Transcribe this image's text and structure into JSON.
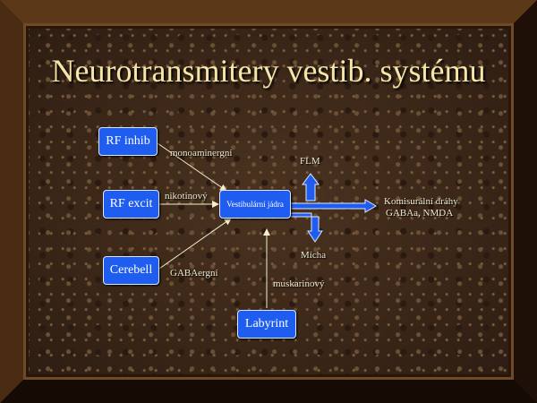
{
  "title": "Neurotransmitery vestib. systému",
  "nodes": {
    "rf_inhib": "RF inhib",
    "rf_excit": "RF excit",
    "cerebell": "Cerebell",
    "labyrint": "Labyrint",
    "vestibular": "Vestibulární jádra"
  },
  "labels": {
    "monoaminergni": "monoaminergní",
    "nikotinovy": "nikotinový",
    "gabaergni": "GABAergní",
    "muskarinovy": "muskarinový",
    "flm": "FLM",
    "micha": "Mícha",
    "komisuralni": "Komisurální dráhy",
    "gaba_nmda": "GABAa, NMDA"
  },
  "colors": {
    "node_fill": "#1f5cf0",
    "title": "#f4e6a8",
    "connector": "#f6f0c8"
  }
}
